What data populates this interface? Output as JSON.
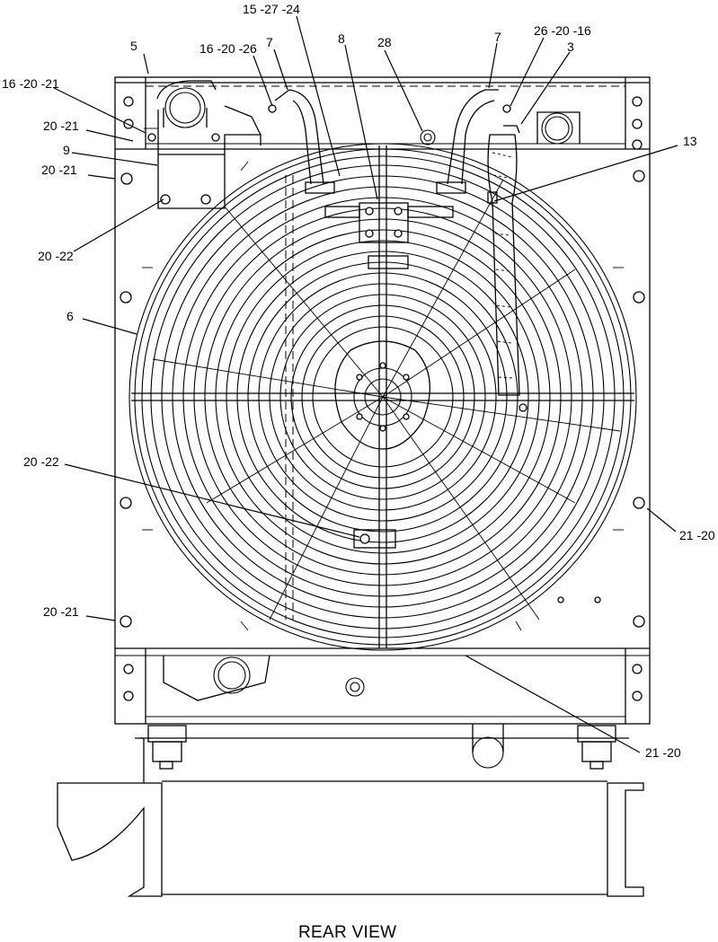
{
  "callouts": {
    "c_5": "5",
    "c_16_20_26": "16 -20 -26",
    "c_7_left": "7",
    "c_15_27_24": "15 -27 -24",
    "c_8": "8",
    "c_28": "28",
    "c_7_right": "7",
    "c_26_20_16": "26 -20 -16",
    "c_3": "3",
    "c_16_20_21": "16 -20 -21",
    "c_20_21_a": "20 -21",
    "c_9": "9",
    "c_20_21_b": "20 -21",
    "c_13": "13",
    "c_20_22_a": "20 -22",
    "c_6": "6",
    "c_20_22_b": "20 -22",
    "c_21_20_a": "21 -20",
    "c_20_21_c": "20 -21",
    "c_21_20_b": "21 -20"
  },
  "caption": "REAR VIEW"
}
